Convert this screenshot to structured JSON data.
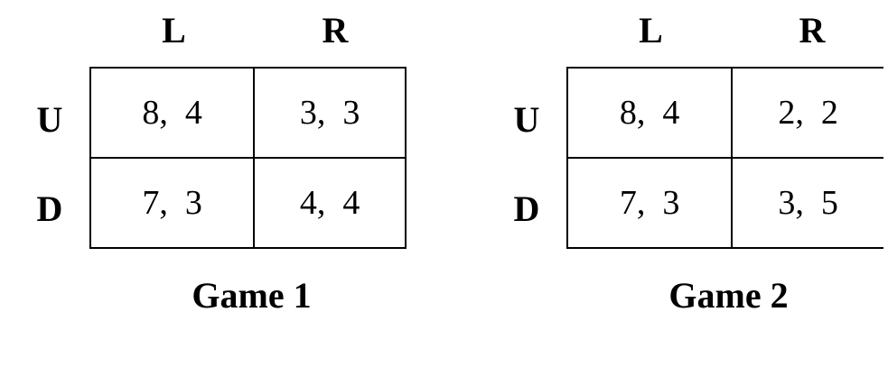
{
  "games": [
    {
      "caption": "Game 1",
      "columns": [
        "L",
        "R"
      ],
      "rows": [
        "U",
        "D"
      ],
      "payoffs": [
        [
          "8,  4",
          "3,  3"
        ],
        [
          "7,  3",
          "4,  4"
        ]
      ]
    },
    {
      "caption": "Game 2",
      "columns": [
        "L",
        "R"
      ],
      "rows": [
        "U",
        "D"
      ],
      "payoffs": [
        [
          "8,  4",
          "2,  2"
        ],
        [
          "7,  3",
          "3,  5"
        ]
      ]
    }
  ]
}
